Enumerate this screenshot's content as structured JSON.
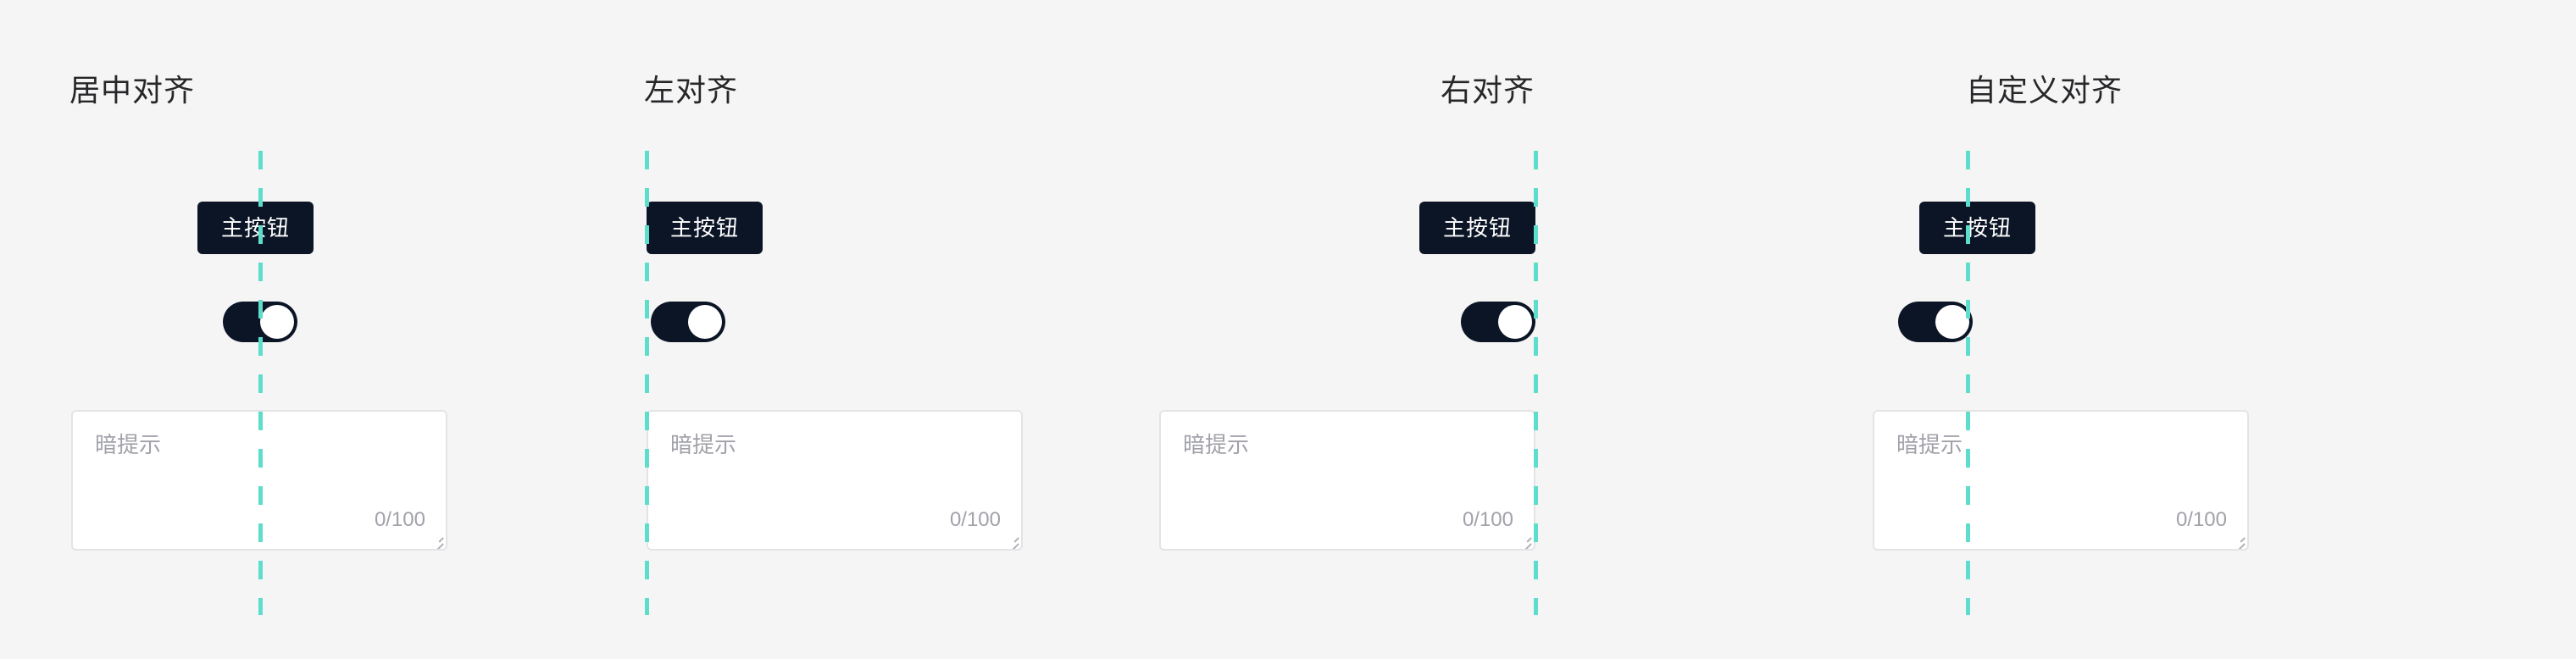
{
  "page": {
    "background_color": "#F5F5F5",
    "guide_color": "#5DDECC",
    "accent_dark": "#0B1526"
  },
  "columns": [
    {
      "id": "center",
      "title": "居中对齐",
      "button_label": "主按钮",
      "switch_state": "on",
      "textarea": {
        "placeholder": "暗提示",
        "value": "",
        "counter": "0/100",
        "maxlength": "100"
      }
    },
    {
      "id": "left",
      "title": "左对齐",
      "button_label": "主按钮",
      "switch_state": "on",
      "textarea": {
        "placeholder": "暗提示",
        "value": "",
        "counter": "0/100",
        "maxlength": "100"
      }
    },
    {
      "id": "right",
      "title": "右对齐",
      "button_label": "主按钮",
      "switch_state": "on",
      "textarea": {
        "placeholder": "暗提示",
        "value": "",
        "counter": "0/100",
        "maxlength": "100"
      }
    },
    {
      "id": "custom",
      "title": "自定义对齐",
      "button_label": "主按钮",
      "switch_state": "on",
      "textarea": {
        "placeholder": "暗提示",
        "value": "",
        "counter": "0/100",
        "maxlength": "100"
      }
    }
  ]
}
